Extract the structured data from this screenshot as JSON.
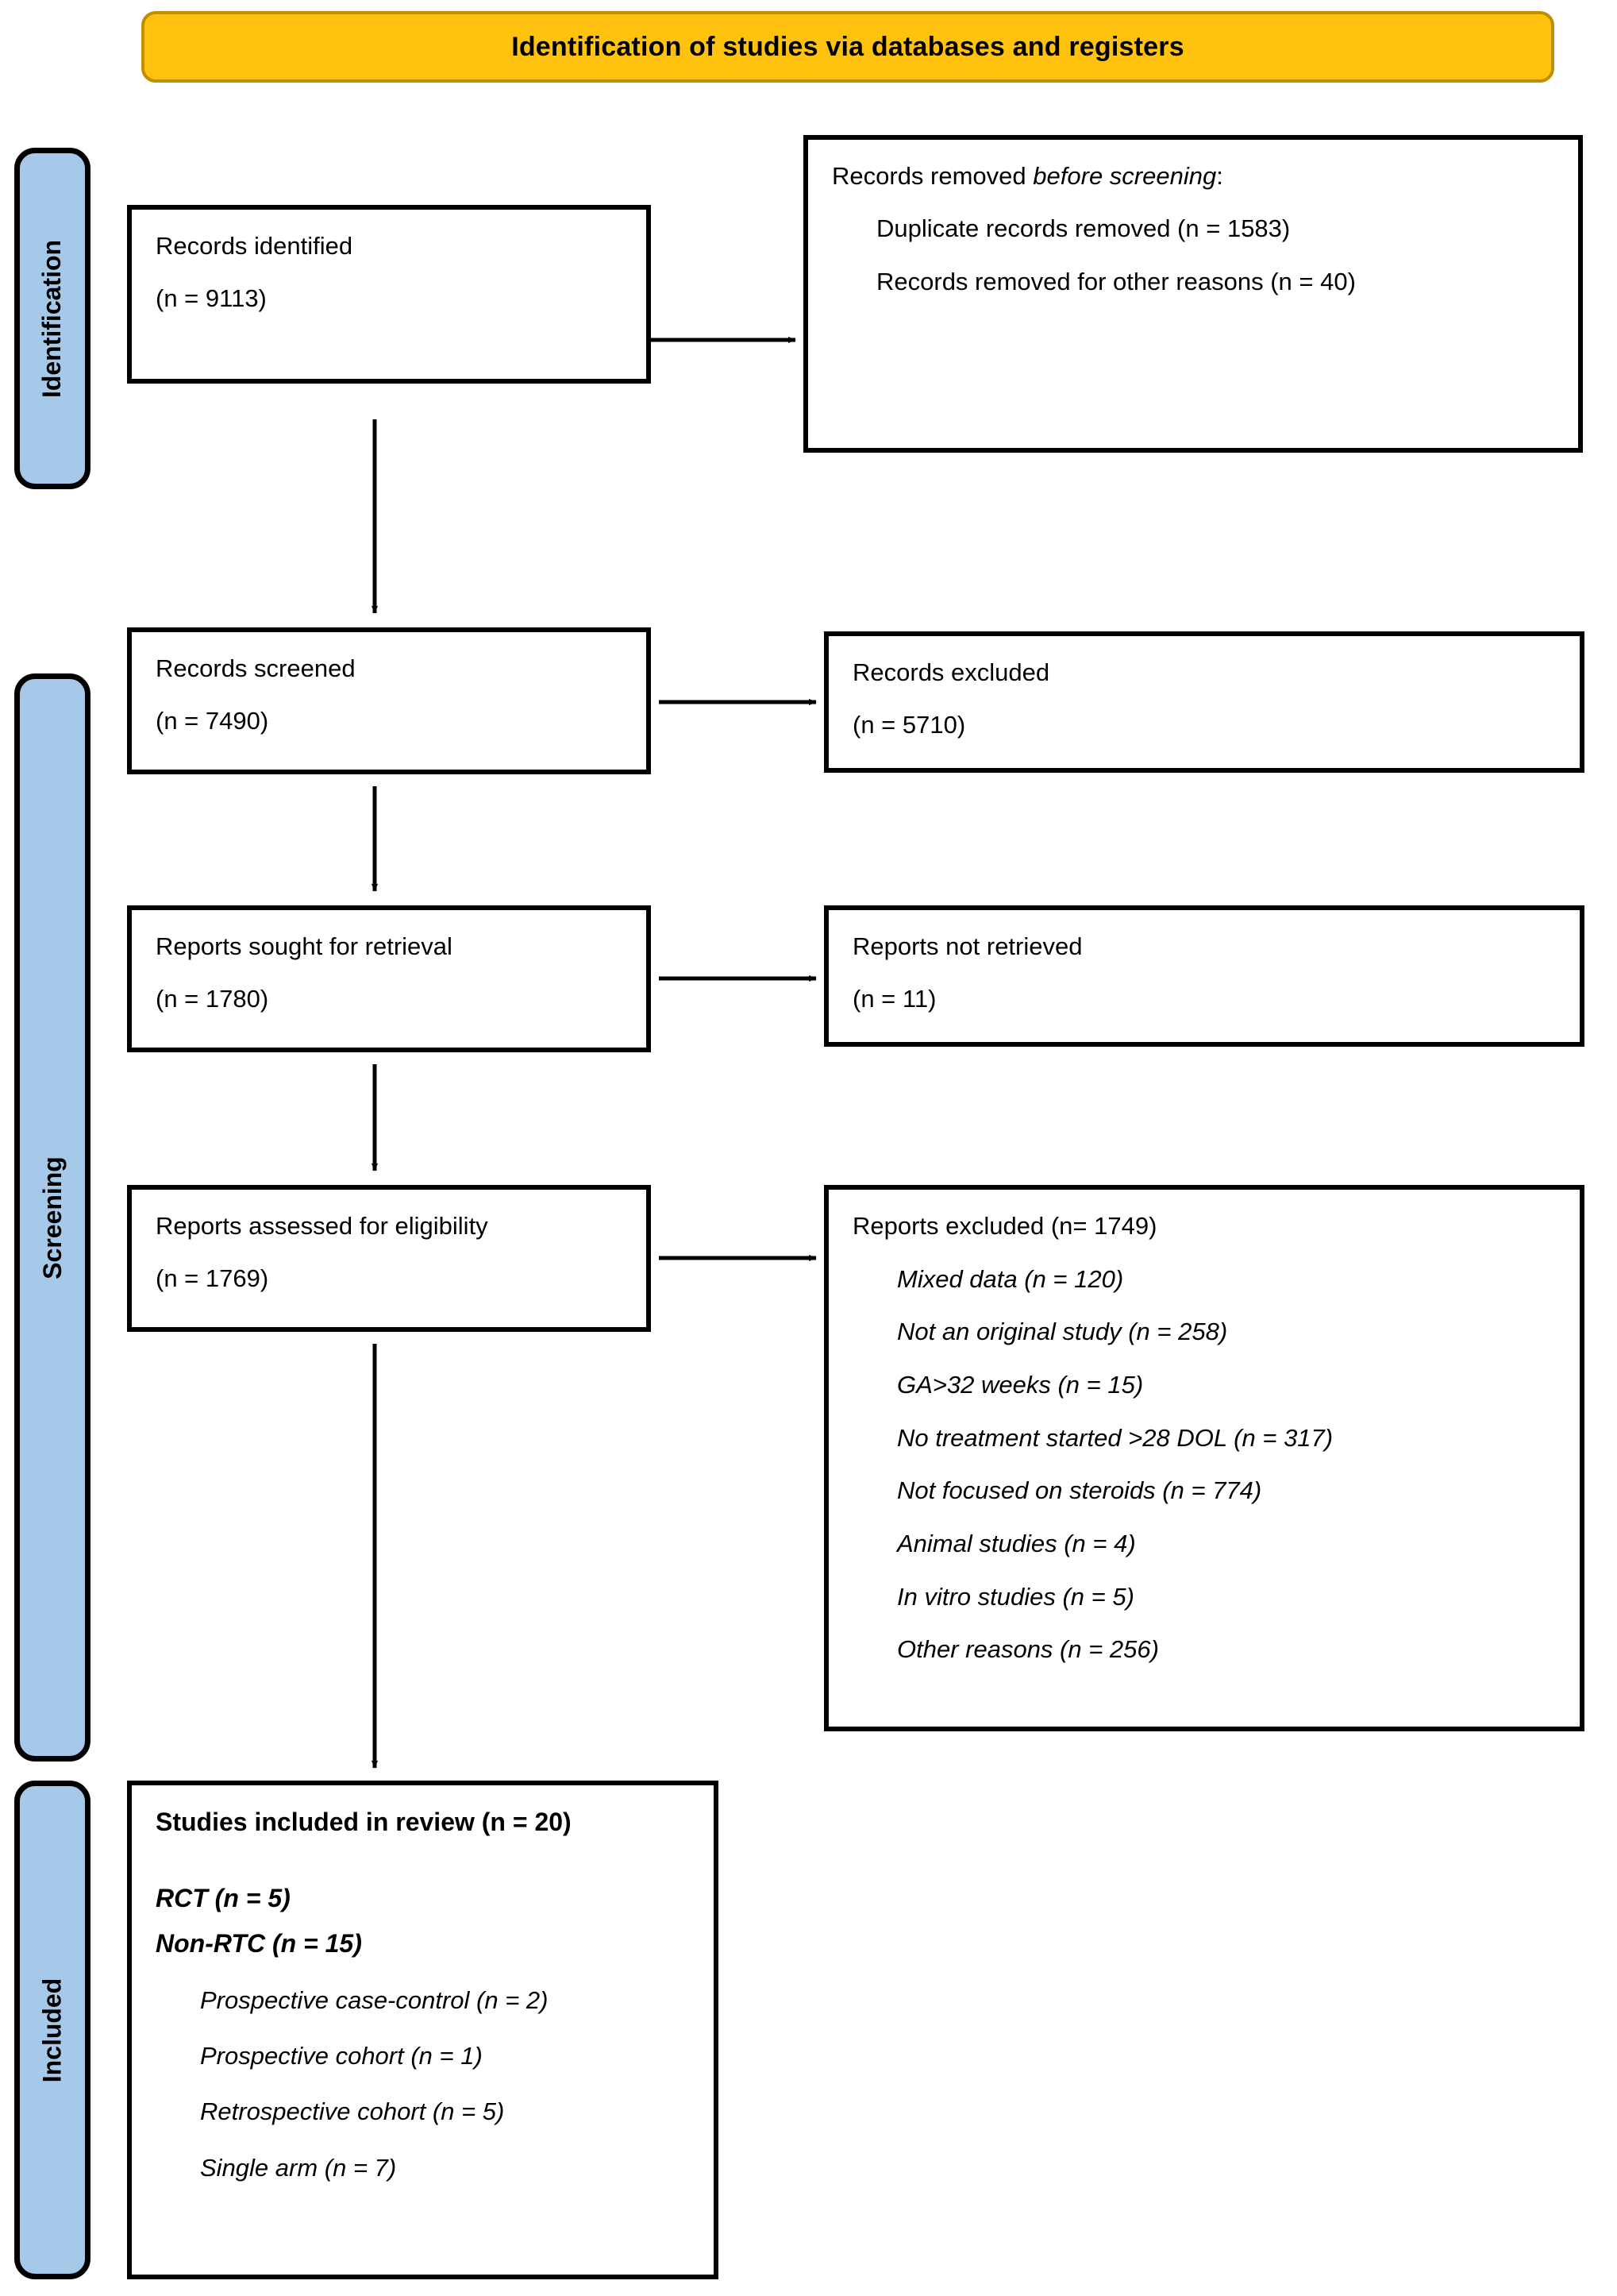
{
  "banner": {
    "title": "Identification of studies via databases and registers"
  },
  "stages": [
    {
      "id": "identification",
      "label": "Identification"
    },
    {
      "id": "screening",
      "label": "Screening"
    },
    {
      "id": "included",
      "label": "Included"
    }
  ],
  "boxes": {
    "identified": {
      "line1": "Records identified",
      "line2": "(n = 9113)"
    },
    "removed": {
      "title_plain": "Records removed ",
      "title_italic": "before screening",
      "title_suffix": ":",
      "item1": "Duplicate records removed (n = 1583)",
      "item2": "Records removed for other reasons (n = 40)"
    },
    "screened": {
      "line1": "Records screened",
      "line2": "(n = 7490)"
    },
    "records_excluded": {
      "line1": "Records excluded",
      "line2": "(n = 5710)"
    },
    "sought": {
      "line1": "Reports sought for retrieval",
      "line2": "(n = 1780)"
    },
    "not_retrieved": {
      "line1": "Reports not retrieved",
      "line2": "(n = 11)"
    },
    "eligibility": {
      "line1": "Reports assessed for eligibility",
      "line2": "(n = 1769)"
    },
    "reports_excluded": {
      "title": "Reports excluded (n= 1749)",
      "reasons": [
        "Mixed data (n = 120)",
        "Not an original study (n = 258)",
        "GA>32 weeks (n = 15)",
        "No treatment started >28 DOL (n = 317)",
        "Not focused on steroids (n = 774)",
        "Animal studies (n = 4)",
        "In vitro studies (n = 5)",
        "Other reasons (n = 256)"
      ]
    },
    "included": {
      "heading": "Studies included in review (n = 20)",
      "category_rct": "RCT (n = 5)",
      "category_nonrtc": "Non-RTC (n = 15)",
      "subitems": [
        "Prospective case-control (n = 2)",
        "Prospective cohort (n = 1)",
        "Retrospective cohort (n = 5)",
        "Single arm (n = 7)"
      ]
    }
  },
  "colors": {
    "banner_fill": "#FFC20E",
    "banner_border": "#BF8F00",
    "stage_fill": "#A6C9EA",
    "box_border": "#000000",
    "arrow": "#000000"
  }
}
